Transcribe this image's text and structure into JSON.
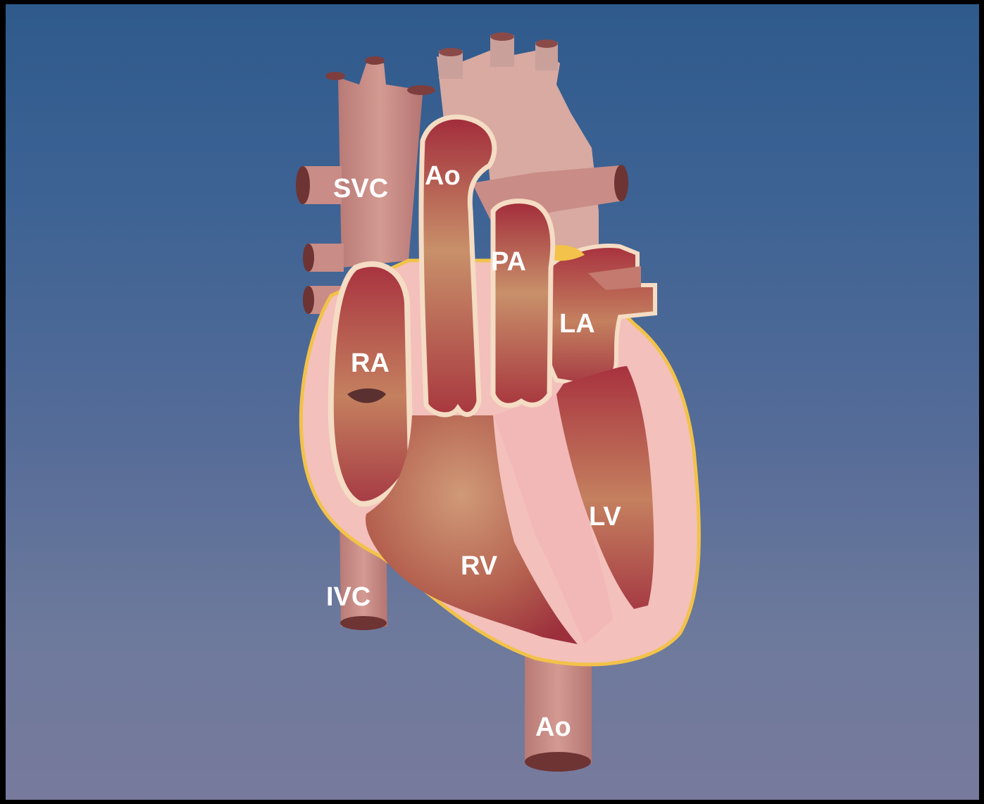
{
  "labels": {
    "svc": "SVC",
    "ao_upper": "Ao",
    "pa": "PA",
    "la": "LA",
    "ra": "RA",
    "lv": "LV",
    "rv": "RV",
    "ivc": "IVC",
    "ao_lower": "Ao"
  },
  "colors": {
    "background_top": "#2f5a8c",
    "background_bottom": "#777a9c",
    "vessel": "#c98c86",
    "chamber_dark": "#a63b44",
    "chamber_light": "#c07a66",
    "myocardium": "#f2b8b8",
    "pericardium_outline": "#f2c24a",
    "septum_outline": "#f5dcc4"
  }
}
